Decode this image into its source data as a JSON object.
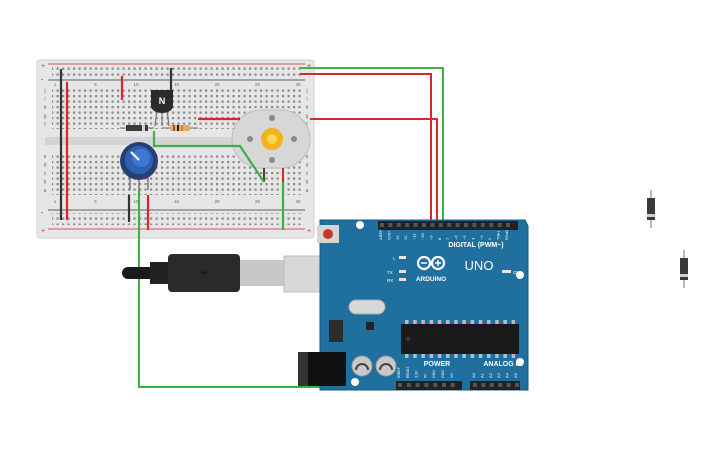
{
  "board": {
    "brand": "ARDUINO",
    "model": "UNO",
    "digital_label": "DIGITAL (PWM~)",
    "power_label": "POWER",
    "analog_label": "ANALOG IN",
    "on_label": "ON",
    "l_label": "L",
    "tx_label": "TX",
    "rx_label": "RX",
    "digital_pins": [
      "AREF",
      "GND",
      "13",
      "12",
      "~11",
      "~10",
      "~9",
      "8",
      "7",
      "~6",
      "~5",
      "4",
      "~3",
      "2",
      "TX▸1",
      "RX◂0"
    ],
    "power_pins": [
      "IOREF",
      "RESET",
      "3.3V",
      "5V",
      "GND",
      "GND",
      "Vin"
    ],
    "analog_pins": [
      "A0",
      "A1",
      "A2",
      "A3",
      "A4",
      "A5"
    ]
  },
  "breadboard": {
    "row_letters_top": [
      "j",
      "i",
      "h",
      "g",
      "f"
    ],
    "row_letters_bottom": [
      "e",
      "d",
      "c",
      "b",
      "a"
    ],
    "column_numbers": [
      "1",
      "5",
      "10",
      "15",
      "20",
      "25",
      "30"
    ],
    "rail_plus": "+",
    "rail_minus": "-"
  },
  "transistor": {
    "label": "N"
  },
  "colors": {
    "board_blue": "#1f6f9f",
    "wire_red": "#d9262b",
    "wire_green": "#3eae49",
    "wire_black": "#333333",
    "breadboard_bg": "#e9e9e9"
  }
}
